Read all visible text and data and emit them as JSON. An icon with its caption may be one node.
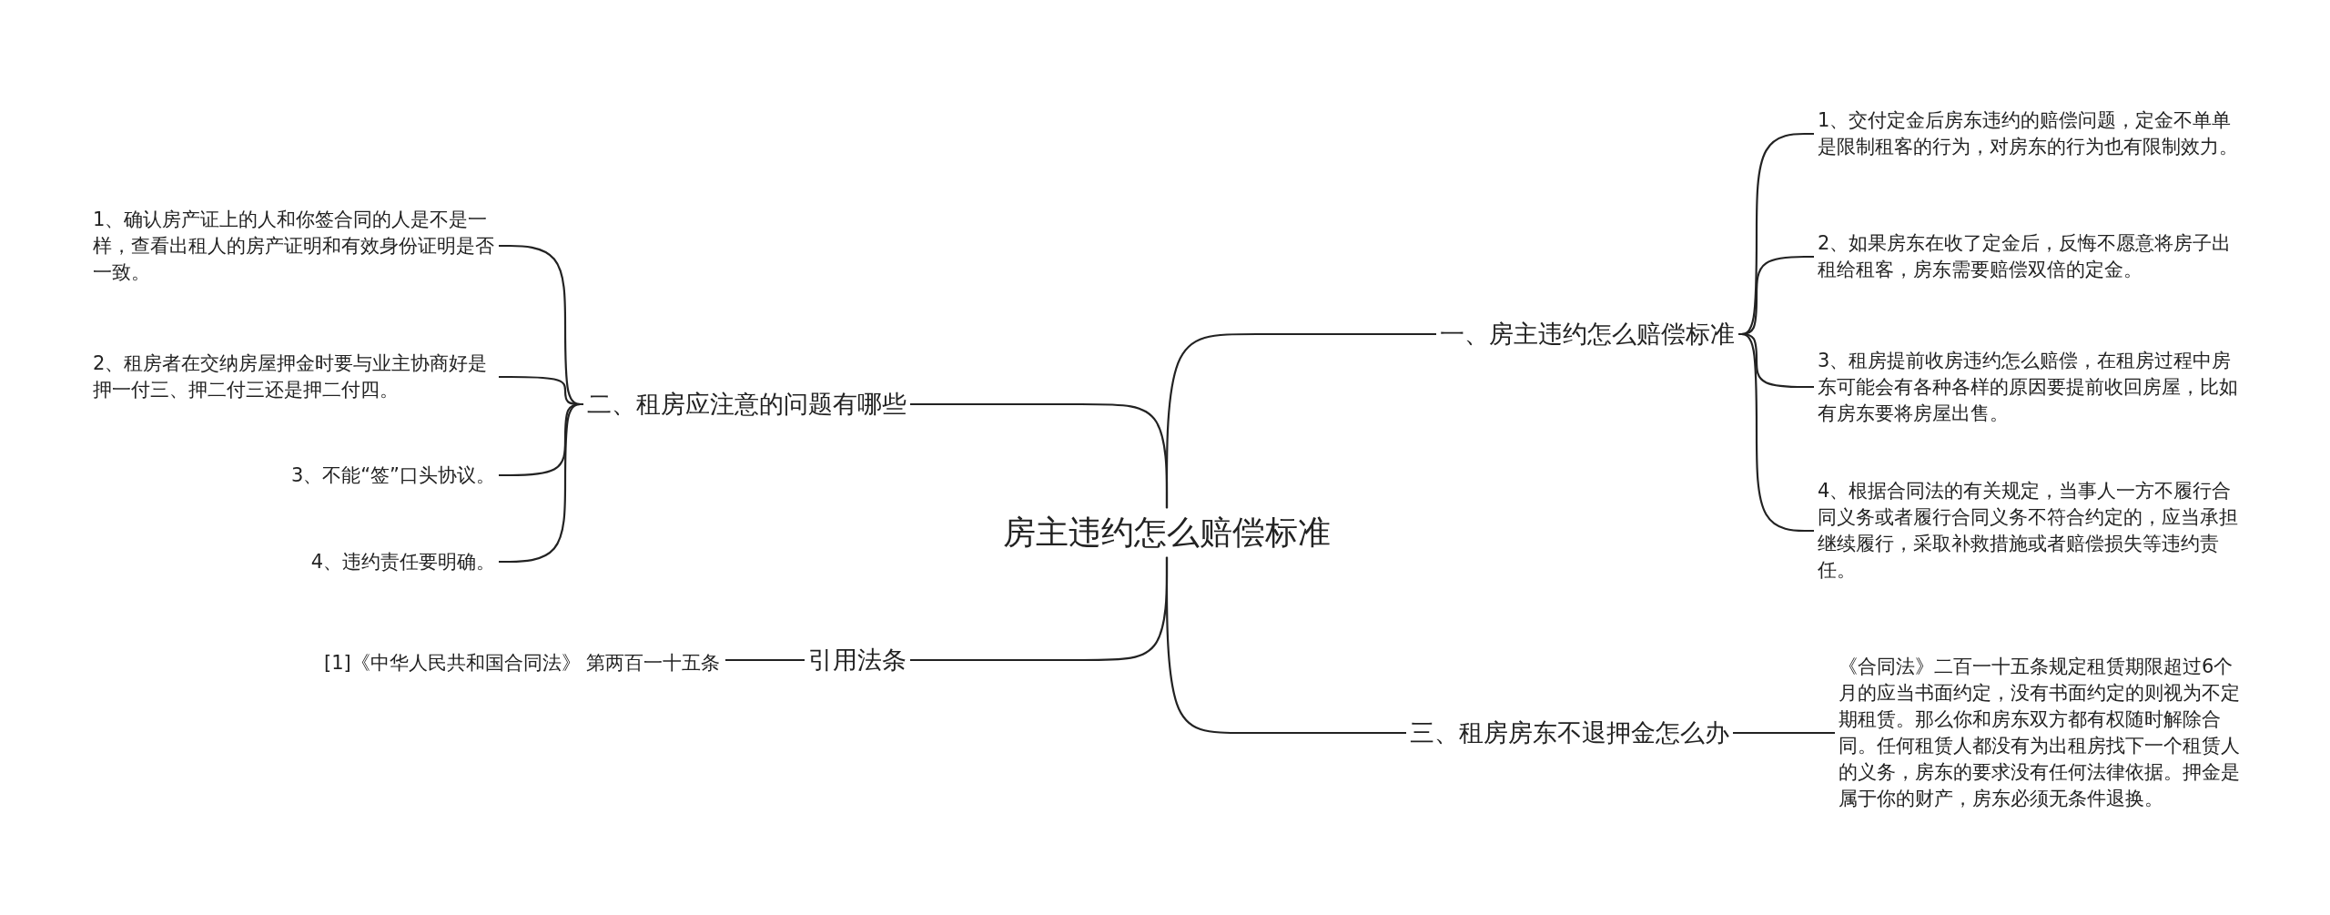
{
  "diagram": {
    "nodes": [
      {
        "text": [
          "房主违约怎么赔偿标准"
        ]
      },
      {
        "text": [
          "一、房主违约怎么赔偿标准"
        ]
      },
      {
        "text": [
          "1、交付定金后房东违约的赔偿问题，定金不单单是限制租客的行为，对房东的行为也有限制效力。"
        ]
      },
      {
        "text": [
          "2、如果房东在收了定金后，反悔不愿意将房子出租给租客，房东需要赔偿双倍的定金。"
        ]
      },
      {
        "text": [
          "3、租房提前收房违约怎么赔偿，在租房过程中房东可能会有各种各样的原因要提前收回房屋，比如有房东要将房屋出售。"
        ]
      },
      {
        "text": [
          "4、根据合同法的有关规定，当事人一方不履行合同义务或者履行合同义务不符合约定的，应当承担继续履行，采取补救措施或者赔偿损失等违约责任。"
        ]
      },
      {
        "text": [
          "二、租房应注意的问题有哪些"
        ]
      },
      {
        "text": [
          "1、确认房产证上的人和你签合同的人是不是一样，查看出租人的房产证明和有效身份证明是否一致。"
        ]
      },
      {
        "text": [
          "2、租房者在交纳房屋押金时要与业主协商好是押一付三、押二付三还是押二付四。"
        ]
      },
      {
        "text": [
          "3、不能“签”口头协议。"
        ]
      },
      {
        "text": [
          "4、违约责任要明确。"
        ]
      },
      {
        "text": [
          "三、租房房东不退押金怎么办"
        ]
      },
      {
        "text": [
          "《合同法》二百一十五条规定租赁期限超过6个月的应当书面约定，没有书面约定的则视为不定期租赁。那么你和房东双方都有权随时解除合同。任何租赁人都没有为出租房找下一个租赁人的义务，房东的要求没有任何法律依据。押金是属于你的财产，房东必须无条件退换。"
        ]
      },
      {
        "text": [
          "引用法条"
        ]
      },
      {
        "text": [
          "[1]《中华人民共和国合同法》 第两百一十五条"
        ]
      }
    ],
    "edges": [
      {
        "from": 0,
        "to": 1,
        "arrow": "none"
      },
      {
        "from": 1,
        "to": 2,
        "arrow": "none"
      },
      {
        "from": 1,
        "to": 3,
        "arrow": "none"
      },
      {
        "from": 1,
        "to": 4,
        "arrow": "none"
      },
      {
        "from": 1,
        "to": 5,
        "arrow": "none"
      },
      {
        "from": 0,
        "to": 6,
        "arrow": "none"
      },
      {
        "from": 6,
        "to": 7,
        "arrow": "none"
      },
      {
        "from": 6,
        "to": 8,
        "arrow": "none"
      },
      {
        "from": 6,
        "to": 9,
        "arrow": "none"
      },
      {
        "from": 6,
        "to": 10,
        "arrow": "none"
      },
      {
        "from": 0,
        "to": 11,
        "arrow": "none"
      },
      {
        "from": 11,
        "to": 12,
        "arrow": "none"
      },
      {
        "from": 0,
        "to": 13,
        "arrow": "none"
      },
      {
        "from": 13,
        "to": 14,
        "arrow": "none"
      }
    ]
  }
}
